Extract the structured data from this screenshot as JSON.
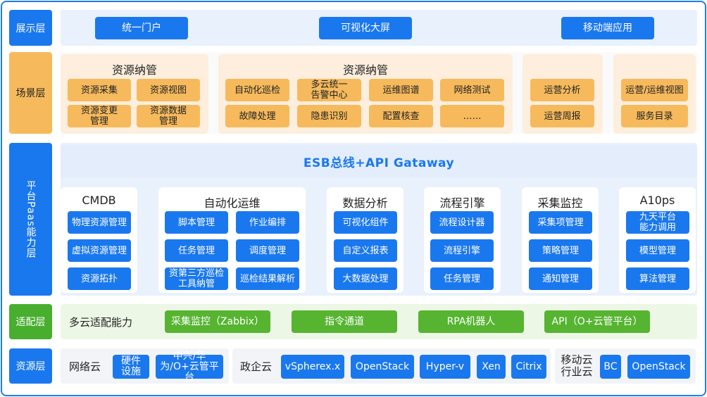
{
  "rows": {
    "display": {
      "label": "展示层",
      "buttons": [
        "统一门户",
        "可视化大屏",
        "移动端应用"
      ]
    },
    "scene": {
      "label": "场景层",
      "groups": [
        {
          "title": "资源纳管",
          "items": [
            "资源采集",
            "资源视图",
            "资源变更管理",
            "资源数据管理"
          ]
        },
        {
          "title": "资源纳管",
          "items": [
            "自动化巡检",
            "多云统一告警中心",
            "运维图谱",
            "网络测试",
            "故障处理",
            "隐患识别",
            "配置核查",
            "……"
          ]
        },
        {
          "title": "",
          "items": [
            "运营分析",
            "运营周报"
          ]
        },
        {
          "title": "",
          "items": [
            "运营/运维视图",
            "服务目录"
          ]
        }
      ]
    },
    "platform": {
      "label": "平台Paas能力层",
      "bus": "ESB总线+API Gataway",
      "groups": [
        {
          "title": "CMDB",
          "items": [
            "物理资源管理",
            "虚拟资源管理",
            "资源拓扑"
          ]
        },
        {
          "title": "自动化运维",
          "items": [
            "脚本管理",
            "作业编排",
            "任务管理",
            "调度管理",
            "资第三方巡检工具纳管",
            "巡检结果解析"
          ]
        },
        {
          "title": "数据分析",
          "items": [
            "可视化组件",
            "自定义报表",
            "大数据处理"
          ]
        },
        {
          "title": "流程引擎",
          "items": [
            "流程设计器",
            "流程引擎",
            "任务管理"
          ]
        },
        {
          "title": "采集监控",
          "items": [
            "采集项管理",
            "策略管理",
            "通知管理"
          ]
        },
        {
          "title": "A10ps",
          "items": [
            "九天平台能力调用",
            "模型管理",
            "算法管理"
          ]
        }
      ]
    },
    "adapter": {
      "label": "适配层",
      "title": "多云适配能力",
      "buttons": [
        "采集监控（Zabbix）",
        "指令通道",
        "RPA机器人",
        "API（O+云管平台）"
      ]
    },
    "resource": {
      "label": "资源层",
      "groups": [
        {
          "title": "网络云",
          "items": [
            "硬件设施",
            "中兴/华为/O+云管平台"
          ]
        },
        {
          "title": "政企云",
          "items": [
            "vSpherex.x",
            "OpenStack",
            "Hyper-v",
            "Xen",
            "Citrix"
          ]
        },
        {
          "title": "移动云行业云",
          "items": [
            "BC",
            "OpenStack"
          ]
        }
      ]
    }
  },
  "colors": {
    "primary": "#1a78ef",
    "orange": "#f6ba5c",
    "green": "#56b431"
  }
}
